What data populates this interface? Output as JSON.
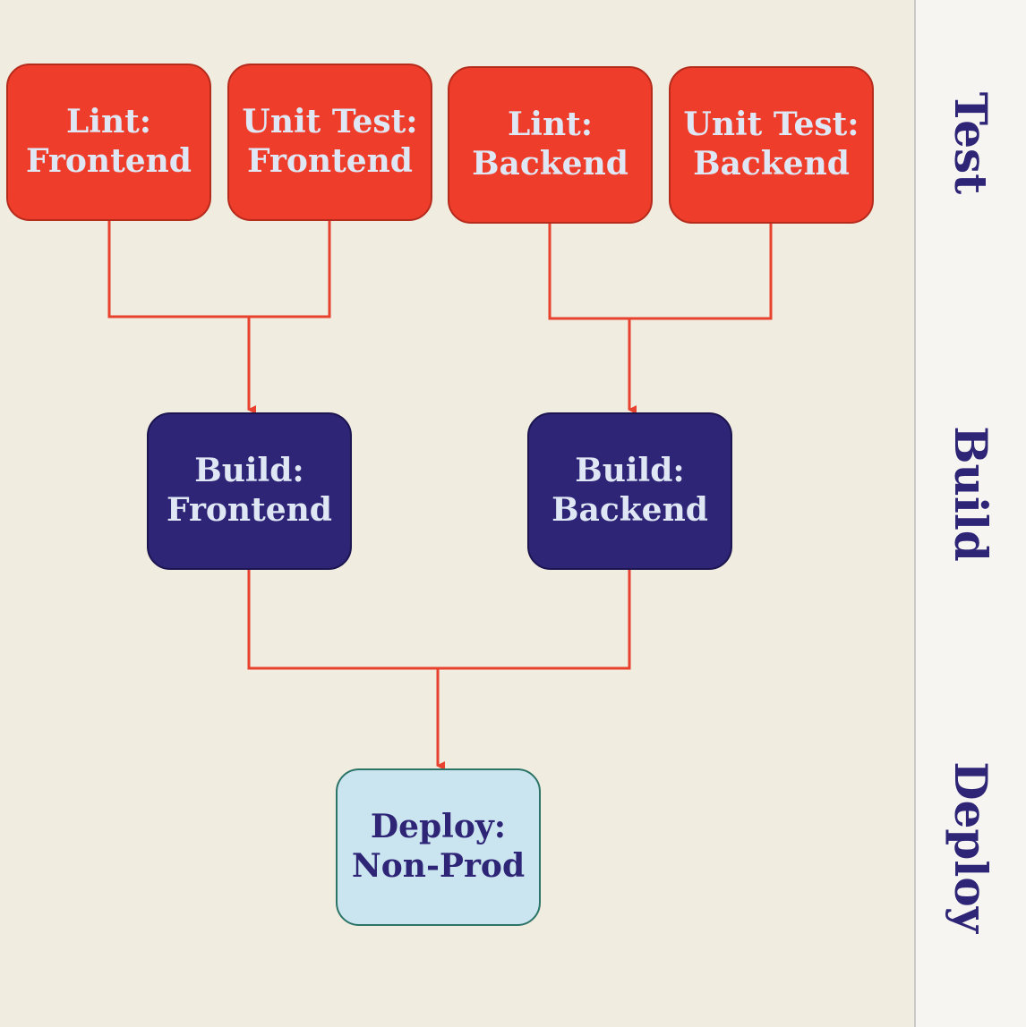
{
  "stages": {
    "test": "Test",
    "build": "Build",
    "deploy": "Deploy"
  },
  "nodes": {
    "lint_frontend": "Lint: Frontend",
    "unit_test_frontend": "Unit Test: Frontend",
    "lint_backend": "Lint: Backend",
    "unit_test_backend": "Unit Test: Backend",
    "build_frontend": "Build: Frontend",
    "build_backend": "Build: Backend",
    "deploy_non_prod": "Deploy: Non-Prod"
  },
  "colors": {
    "background": "#f0ece0",
    "test_node": "#ee3d2a",
    "build_node": "#2e2577",
    "deploy_node": "#cbe5f0",
    "connector": "#e8412e",
    "stage_text": "#2e2577"
  }
}
